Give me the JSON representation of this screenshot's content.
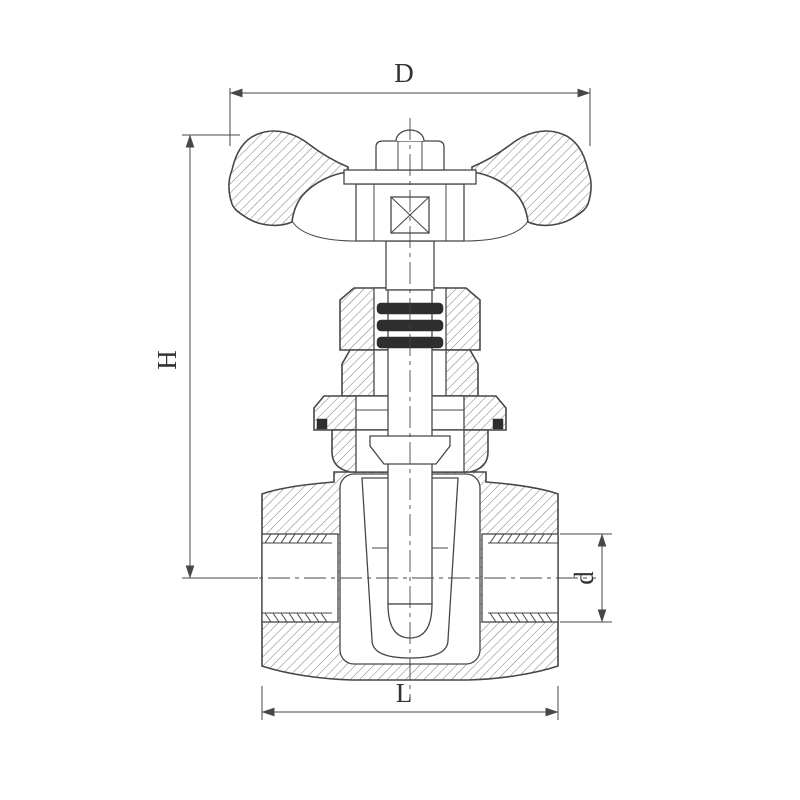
{
  "drawing": {
    "labels": {
      "diameter_top": "D",
      "height": "H",
      "bore_diameter": "d",
      "length": "L"
    },
    "colors": {
      "line": "#474747",
      "background": "#ffffff",
      "packing_seal": "#2e2e2e"
    }
  }
}
